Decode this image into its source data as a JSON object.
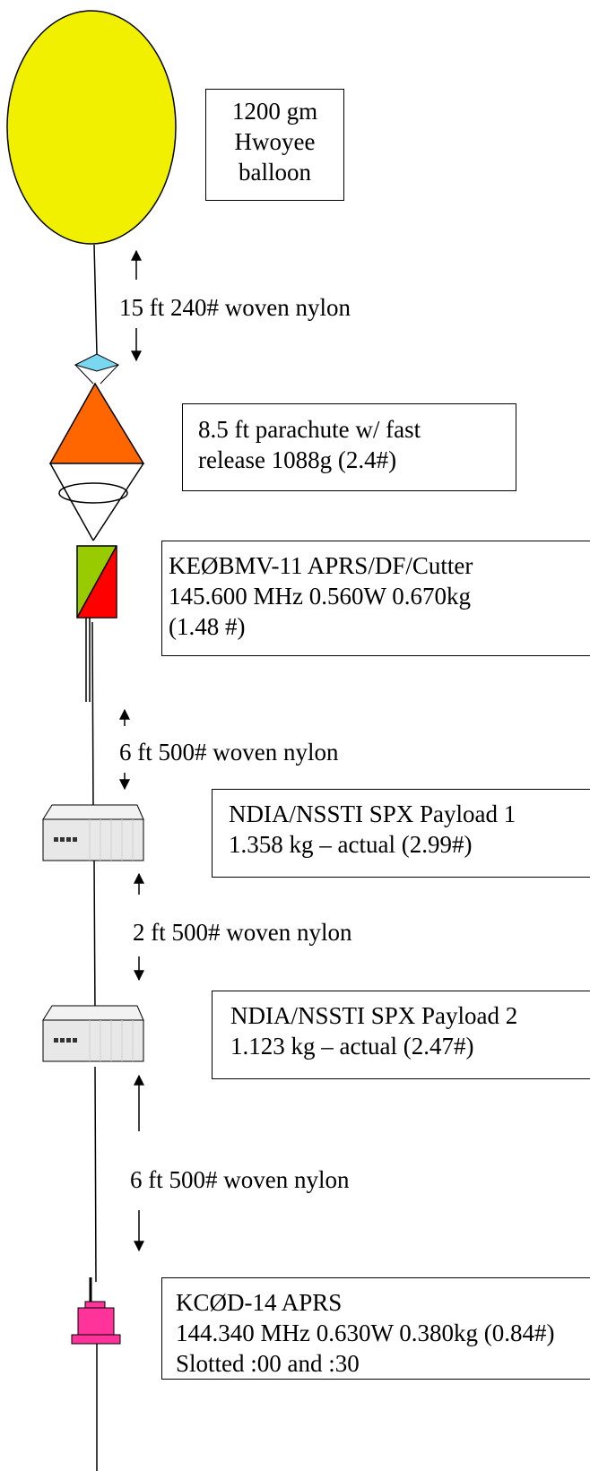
{
  "balloon_box": {
    "lines": [
      "1200 gm",
      "Hwoyee",
      "balloon"
    ]
  },
  "parachute_box": {
    "lines": [
      "8.5 ft parachute w/ fast",
      "release 1088g (2.4#)"
    ]
  },
  "tracker1_box": {
    "lines": [
      "KEØBMV-11 APRS/DF/Cutter",
      "145.600 MHz  0.560W 0.670kg",
      "(1.48 #)"
    ]
  },
  "payload1_box": {
    "lines": [
      "NDIA/NSSTI  SPX Payload 1",
      "1.358 kg – actual (2.99#)"
    ]
  },
  "payload2_box": {
    "lines": [
      "NDIA/NSSTI SPX Payload 2",
      "1.123 kg – actual (2.47#)"
    ]
  },
  "tracker2_box": {
    "lines": [
      "KCØD-14 APRS",
      "144.340 MHz  0.630W 0.380kg (0.84#)",
      "Slotted :00 and :30"
    ]
  },
  "tethers": [
    {
      "label": "15 ft 240# woven nylon"
    },
    {
      "label": "6 ft 500# woven nylon"
    },
    {
      "label": "2 ft 500# woven nylon"
    },
    {
      "label": "6 ft 500# woven nylon"
    }
  ],
  "colors": {
    "balloon": "#f0f000",
    "connector": "#7ad7f0",
    "parachute": "#ff6600",
    "tracker_left": "#99cc00",
    "tracker_right": "#ff0000",
    "payload": "#e8e8e8",
    "tracker2": "#ff3399"
  }
}
